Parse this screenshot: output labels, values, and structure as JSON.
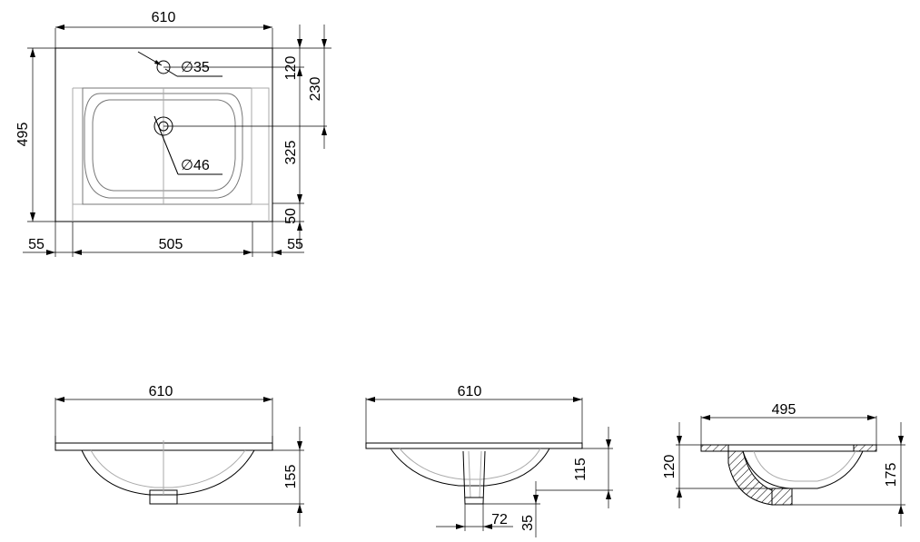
{
  "top_view": {
    "width_total": "610",
    "height_total": "495",
    "hole_tap": "∅35",
    "hole_drain": "∅46",
    "dim_120": "120",
    "dim_230": "230",
    "dim_325": "325",
    "dim_50": "50",
    "dim_left": "55",
    "dim_bowl": "505",
    "dim_right": "55"
  },
  "front_view": {
    "width": "610",
    "depth": "155"
  },
  "side_front_view": {
    "width": "610",
    "depth": "115",
    "outlet_width": "72",
    "outlet_height": "35"
  },
  "section_view": {
    "width": "495",
    "inner_depth": "120",
    "total_depth": "175"
  }
}
